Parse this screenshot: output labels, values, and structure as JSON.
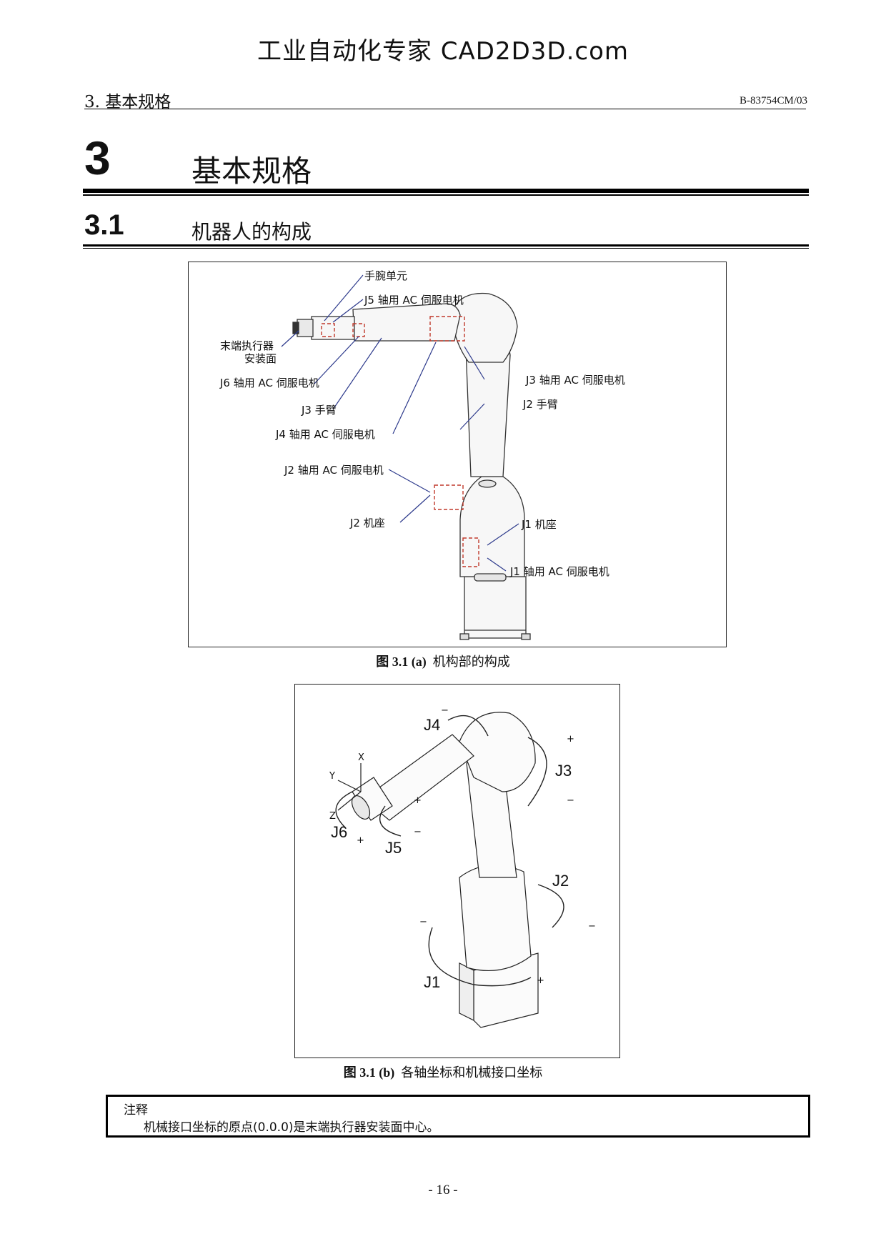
{
  "watermark": "工业自动化专家 CAD2D3D.com",
  "running_header": {
    "left": "3.  基本规格",
    "right": "B-83754CM/03"
  },
  "chapter": {
    "number": "3",
    "title": "基本规格"
  },
  "section": {
    "number": "3.1",
    "title": "机器人的构成"
  },
  "figure_a": {
    "caption_num": "图 3.1 (a)",
    "caption_text": "机构部的构成",
    "labels": {
      "wrist_unit": "手腕单元",
      "j5_motor": "J5 轴用 AC 伺服电机",
      "end_effector_line1": "末端执行器",
      "end_effector_line2": "安装面",
      "j6_motor": "J6 轴用 AC 伺服电机",
      "j3_motor": "J3 轴用 AC 伺服电机",
      "j2_arm": "J2 手臂",
      "j3_arm": "J3 手臂",
      "j4_motor": "J4 轴用 AC 伺服电机",
      "j2_motor": "J2 轴用 AC 伺服电机",
      "j2_base": "J2 机座",
      "j1_base": "J1 机座",
      "j1_motor": "J1 轴用 AC 伺服电机"
    }
  },
  "figure_b": {
    "caption_num": "图 3.1 (b)",
    "caption_text": "各轴坐标和机械接口坐标",
    "axes": {
      "j1": "J1",
      "j2": "J2",
      "j3": "J3",
      "j4": "J4",
      "j5": "J5",
      "j6": "J6",
      "x": "X",
      "y": "Y",
      "z": "Z",
      "plus": "+",
      "minus": "−"
    }
  },
  "note": {
    "title": "注释",
    "text": "机械接口坐标的原点(0.0.0)是末端执行器安装面中心。"
  },
  "page_number": "- 16 -"
}
